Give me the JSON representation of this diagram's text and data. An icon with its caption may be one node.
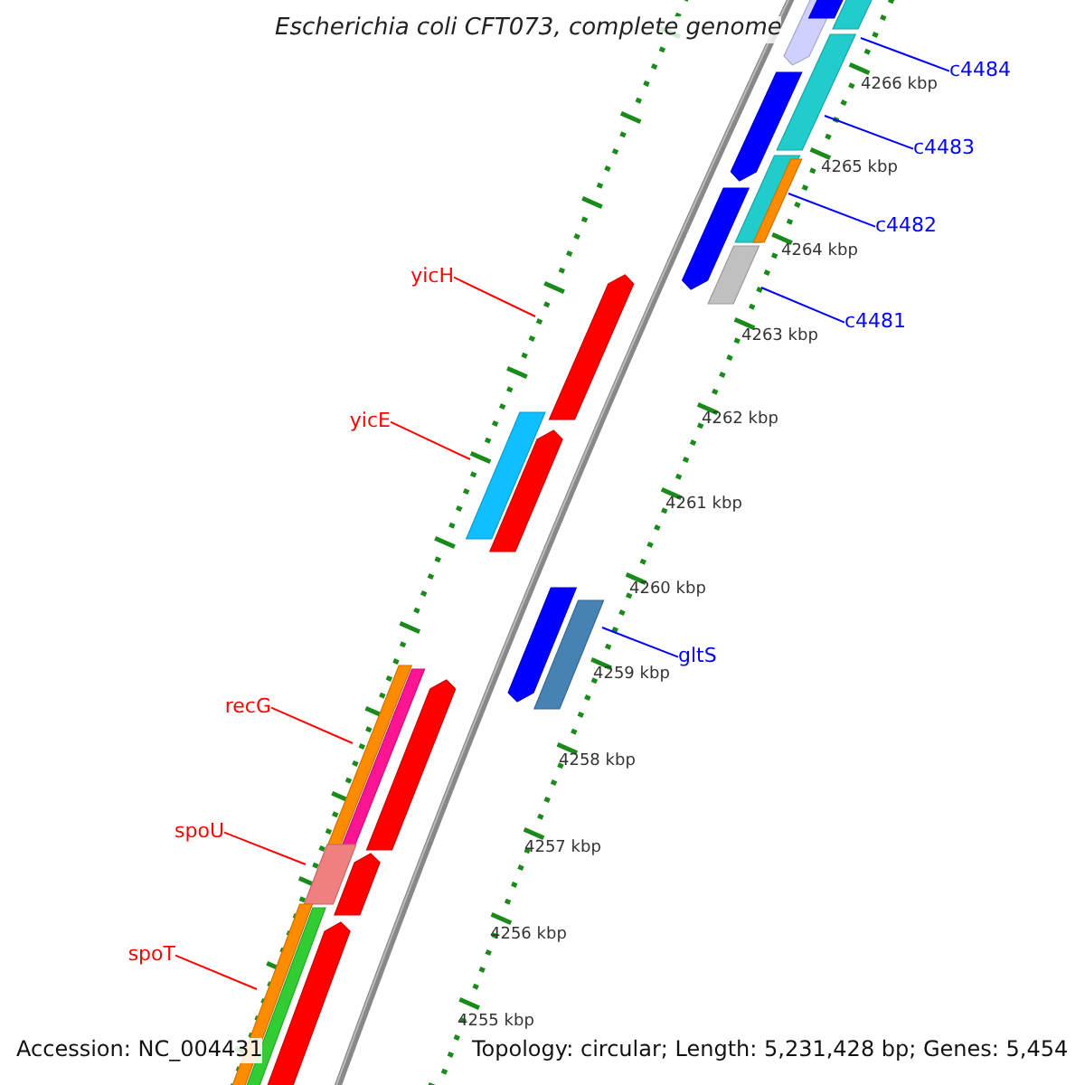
{
  "diagram": {
    "title": "Escherichia coli CFT073, complete genome",
    "nodes": [
      {
        "text": [
          "c4484"
        ]
      },
      {
        "text": [
          "c4483"
        ]
      },
      {
        "text": [
          "c4482"
        ]
      },
      {
        "text": [
          "yicH"
        ]
      },
      {
        "text": [
          "c4481"
        ]
      },
      {
        "text": [
          "yicE"
        ]
      },
      {
        "text": [
          "gltS"
        ]
      },
      {
        "text": [
          "recG"
        ]
      },
      {
        "text": [
          "spoU"
        ]
      },
      {
        "text": [
          "spoT"
        ]
      }
    ],
    "edges": [
      {
        "from": 0,
        "to": null,
        "arrow": "none",
        "color": "#0000ff"
      },
      {
        "from": 1,
        "to": null,
        "arrow": "none",
        "color": "#0000ff"
      },
      {
        "from": 2,
        "to": null,
        "arrow": "none",
        "color": "#0000ff"
      },
      {
        "from": 3,
        "to": null,
        "arrow": "none",
        "color": "#ff0000"
      },
      {
        "from": 4,
        "to": null,
        "arrow": "none",
        "color": "#0000ff"
      },
      {
        "from": 5,
        "to": null,
        "arrow": "none",
        "color": "#ff0000"
      },
      {
        "from": 6,
        "to": null,
        "arrow": "none",
        "color": "#0000ff"
      },
      {
        "from": 7,
        "to": null,
        "arrow": "none",
        "color": "#ff0000"
      },
      {
        "from": 8,
        "to": null,
        "arrow": "none",
        "color": "#ff0000"
      },
      {
        "from": 9,
        "to": null,
        "arrow": "none",
        "color": "#ff0000"
      }
    ],
    "labels": [
      "4266 kbp",
      "4265 kbp",
      "4264 kbp",
      "4263 kbp",
      "4262 kbp",
      "4261 kbp",
      "4260 kbp",
      "4259 kbp",
      "4258 kbp",
      "4257 kbp",
      "4256 kbp",
      "4255 kbp",
      "Accession: NC_004431",
      "Topology: circular; Length: 5,231,428 bp; Genes: 5,454"
    ]
  }
}
